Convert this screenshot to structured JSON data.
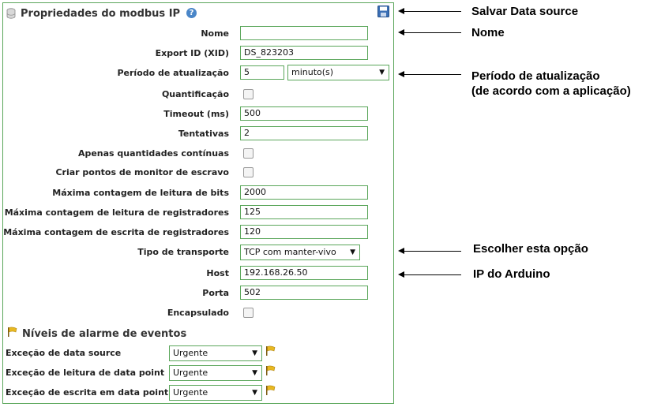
{
  "panel": {
    "title": "Propriedades do modbus IP",
    "help_glyph": "?"
  },
  "icons": {
    "database": "database-icon",
    "help": "help-icon",
    "save": "save-icon",
    "flag": "flag-icon"
  },
  "fields": {
    "nome": {
      "label": "Nome",
      "value": ""
    },
    "export_id": {
      "label": "Export ID (XID)",
      "value": "DS_823203"
    },
    "periodo": {
      "label": "Período de atualização",
      "value": "5",
      "unit": "minuto(s)"
    },
    "quantificacao": {
      "label": "Quantificação",
      "checked": false
    },
    "timeout": {
      "label": "Timeout (ms)",
      "value": "500"
    },
    "tentativas": {
      "label": "Tentativas",
      "value": "2"
    },
    "apenas": {
      "label": "Apenas quantidades contínuas",
      "checked": false
    },
    "criar": {
      "label": "Criar pontos de monitor de escravo",
      "checked": false
    },
    "max_bits": {
      "label": "Máxima contagem de leitura de bits",
      "value": "2000"
    },
    "max_leitura_reg": {
      "label": "Máxima contagem de leitura de registradores",
      "value": "125"
    },
    "max_escrita_reg": {
      "label": "Máxima contagem de escrita de registradores",
      "value": "120"
    },
    "transporte": {
      "label": "Tipo de transporte",
      "value": "TCP com manter-vivo"
    },
    "host": {
      "label": "Host",
      "value": "192.168.26.50"
    },
    "porta": {
      "label": "Porta",
      "value": "502"
    },
    "encapsulado": {
      "label": "Encapsulado",
      "checked": false
    }
  },
  "alarms": {
    "title": "Níveis de alarme de eventos",
    "items": [
      {
        "label": "Exceção de data source",
        "value": "Urgente"
      },
      {
        "label": "Exceção de leitura de data point",
        "value": "Urgente"
      },
      {
        "label": "Exceção de escrita em data point",
        "value": "Urgente"
      }
    ]
  },
  "annotations": {
    "save": "Salvar Data source",
    "nome": "Nome",
    "periodo_1": "Período de atualização",
    "periodo_2": "(de acordo com a aplicação)",
    "transporte": "Escolher esta opção",
    "host": "IP do Arduino"
  },
  "colors": {
    "border": "#5aa65a",
    "help": "#4a86c8",
    "save": "#3b6fb5",
    "flag": "#e8b820"
  }
}
